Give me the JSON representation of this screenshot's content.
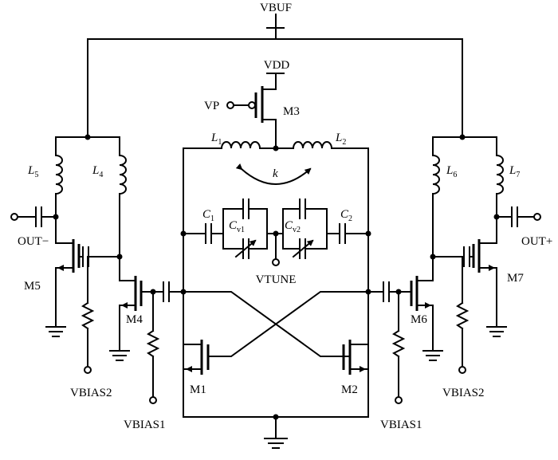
{
  "diagram": {
    "colors": {
      "line": "#000000",
      "background": "#ffffff"
    },
    "nets": {
      "vbuf": "VBUF",
      "vdd": "VDD",
      "vp": "VP",
      "vtune": "VTUNE",
      "out_minus": "OUT−",
      "out_plus": "OUT+",
      "vbias1_left": "VBIAS1",
      "vbias1_right": "VBIAS1",
      "vbias2_left": "VBIAS2",
      "vbias2_right": "VBIAS2"
    },
    "transistors": {
      "m1": "M1",
      "m2": "M2",
      "m3": "M3",
      "m4": "M4",
      "m5": "M5",
      "m6": "M6",
      "m7": "M7"
    },
    "inductors": {
      "l1": {
        "base": "L",
        "sub": "1"
      },
      "l2": {
        "base": "L",
        "sub": "2"
      },
      "l4": {
        "base": "L",
        "sub": "4"
      },
      "l5": {
        "base": "L",
        "sub": "5"
      },
      "l6": {
        "base": "L",
        "sub": "6"
      },
      "l7": {
        "base": "L",
        "sub": "7"
      }
    },
    "capacitors": {
      "c1": {
        "base": "C",
        "sub": "1"
      },
      "c2": {
        "base": "C",
        "sub": "2"
      },
      "cv1": {
        "base": "C",
        "sub": "v1"
      },
      "cv2": {
        "base": "C",
        "sub": "v2"
      }
    },
    "coupling": "k"
  }
}
